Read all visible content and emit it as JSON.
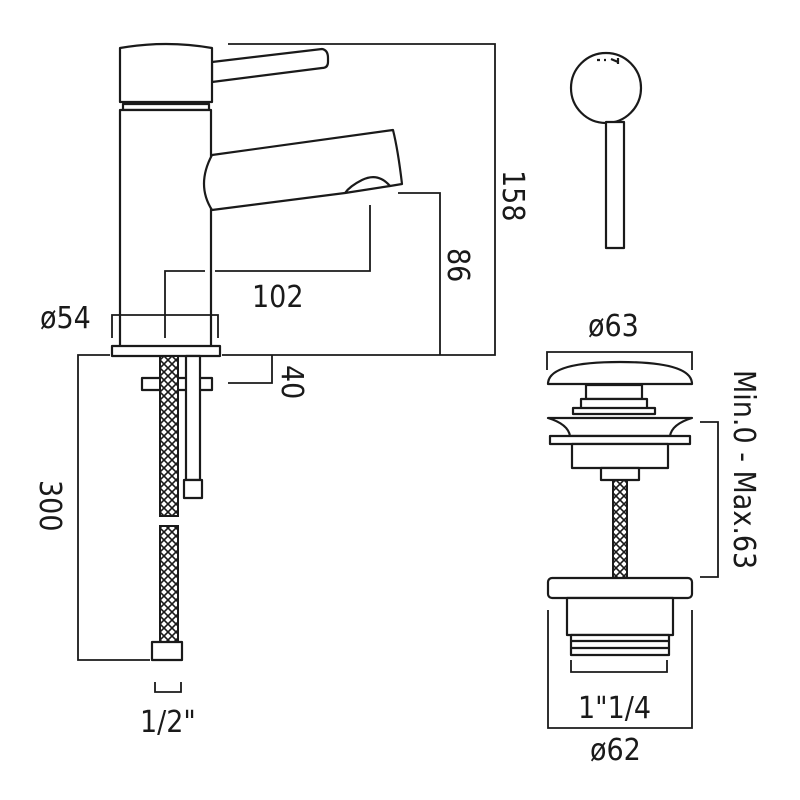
{
  "title": "Basin mixer tap and click-clack waste technical drawing",
  "dimensions": {
    "total_height": "158",
    "spout_height": "86",
    "spout_reach": "102",
    "base_diameter": "ø54",
    "max_deck_thickness": "40",
    "hose_length": "300",
    "hose_connection": "1/2\"",
    "waste_cap_diameter": "ø63",
    "waste_adjustment": "Min.0 - Max.63",
    "waste_thread": "1\"1/4",
    "waste_flange_diameter": "ø62"
  },
  "colors": {
    "line": "#1a1a1a",
    "background": "#ffffff"
  }
}
